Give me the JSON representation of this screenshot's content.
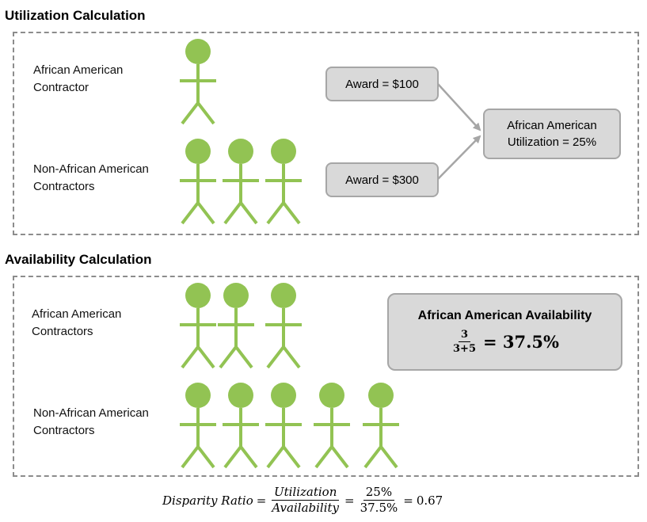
{
  "utilization": {
    "title": "Utilization Calculation",
    "aa_label": "African American Contractor",
    "naa_label": "Non-African American Contractors",
    "aa_count": 1,
    "naa_count": 3,
    "award_aa": "Award = $100",
    "award_naa": "Award = $300",
    "result": "African American Utilization = 25%"
  },
  "availability": {
    "title": "Availability Calculation",
    "aa_label": "African American Contractors",
    "naa_label": "Non-African American Contractors",
    "aa_count": 3,
    "naa_count": 5,
    "box_title": "African American Availability",
    "frac_num": "3",
    "frac_den": "3+5",
    "frac_result": "= 37.5%"
  },
  "formula": {
    "lhs": "Disparity Ratio",
    "eq1": "=",
    "num1": "Utilization",
    "den1": "Availability",
    "eq2": "=",
    "num2": "25%",
    "den2": "37.5%",
    "eq3": "=",
    "result": "0.67"
  },
  "colors": {
    "figure": "#92c353",
    "frame": "#8c8c8c",
    "box_fill": "#d9d9d9",
    "box_border": "#a6a6a6",
    "arrow": "#a6a6a6"
  },
  "icons": {
    "person": "person-icon",
    "arrow": "arrow-icon"
  }
}
